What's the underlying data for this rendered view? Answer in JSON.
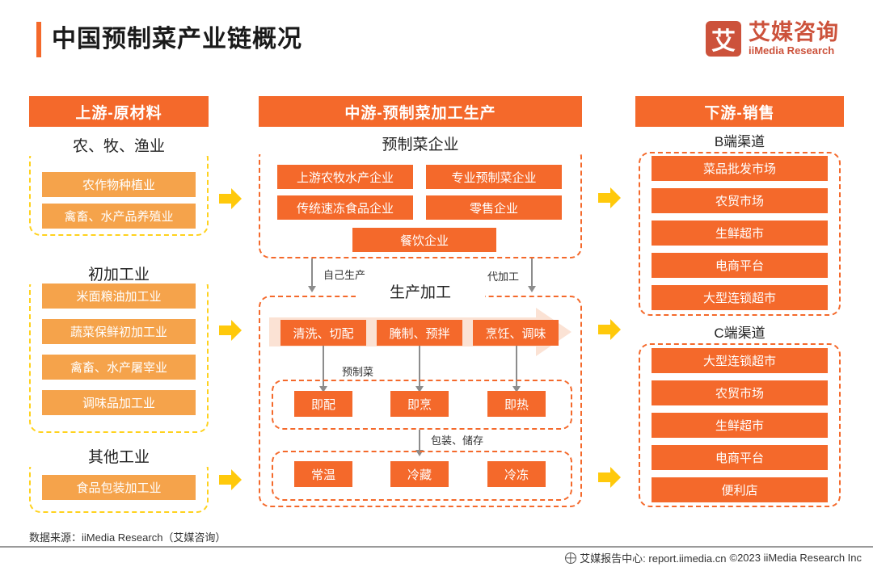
{
  "header": {
    "title": "中国预制菜产业链概况",
    "logo_mark": "艾",
    "logo_cn": "艾媒咨询",
    "logo_en": "iiMedia Research"
  },
  "upstream": {
    "header": "上游-原材料",
    "groups": [
      {
        "label": "农、牧、渔业",
        "items": [
          "农作物种植业",
          "禽畜、水产品养殖业"
        ]
      },
      {
        "label": "初加工业",
        "items": [
          "米面粮油加工业",
          "蔬菜保鲜初加工业",
          "禽畜、水产屠宰业",
          "调味品加工业"
        ]
      },
      {
        "label": "其他工业",
        "items": [
          "食品包装加工业"
        ]
      }
    ]
  },
  "midstream": {
    "header": "中游-预制菜加工生产",
    "enterprise_group": {
      "label": "预制菜企业",
      "row1": [
        "上游农牧水产企业",
        "专业预制菜企业"
      ],
      "row2": [
        "传统速冻食品企业",
        "零售企业"
      ],
      "row3": [
        "餐饮企业"
      ]
    },
    "connectors": {
      "left": "自己生产",
      "right": "代加工"
    },
    "production_group": {
      "label": "生产加工",
      "steps": [
        "清洗、切配",
        "腌制、预拌",
        "烹饪、调味"
      ],
      "sub_label": "预制菜",
      "ready_types": [
        "即配",
        "即烹",
        "即热"
      ],
      "storage_label": "包装、储存",
      "storage_types": [
        "常温",
        "冷藏",
        "冷冻"
      ]
    }
  },
  "downstream": {
    "header": "下游-销售",
    "groups": [
      {
        "label": "B端渠道",
        "items": [
          "菜品批发市场",
          "农贸市场",
          "生鲜超市",
          "电商平台",
          "大型连锁超市"
        ]
      },
      {
        "label": "C端渠道",
        "items": [
          "大型连锁超市",
          "农贸市场",
          "生鲜超市",
          "电商平台",
          "便利店"
        ]
      }
    ]
  },
  "footer": {
    "source": "数据来源：iiMedia Research（艾媒咨询）",
    "report_center": "艾媒报告中心: report.iimedia.cn",
    "copyright": "©2023  iiMedia Research  Inc"
  },
  "colors": {
    "accent_orange": "#F4692B",
    "light_orange": "#F5A34B",
    "yellow": "#FFD21E",
    "arrow_yellow": "#FFC90B",
    "peach": "#FBE2D4",
    "logo_red": "#CC523B"
  }
}
